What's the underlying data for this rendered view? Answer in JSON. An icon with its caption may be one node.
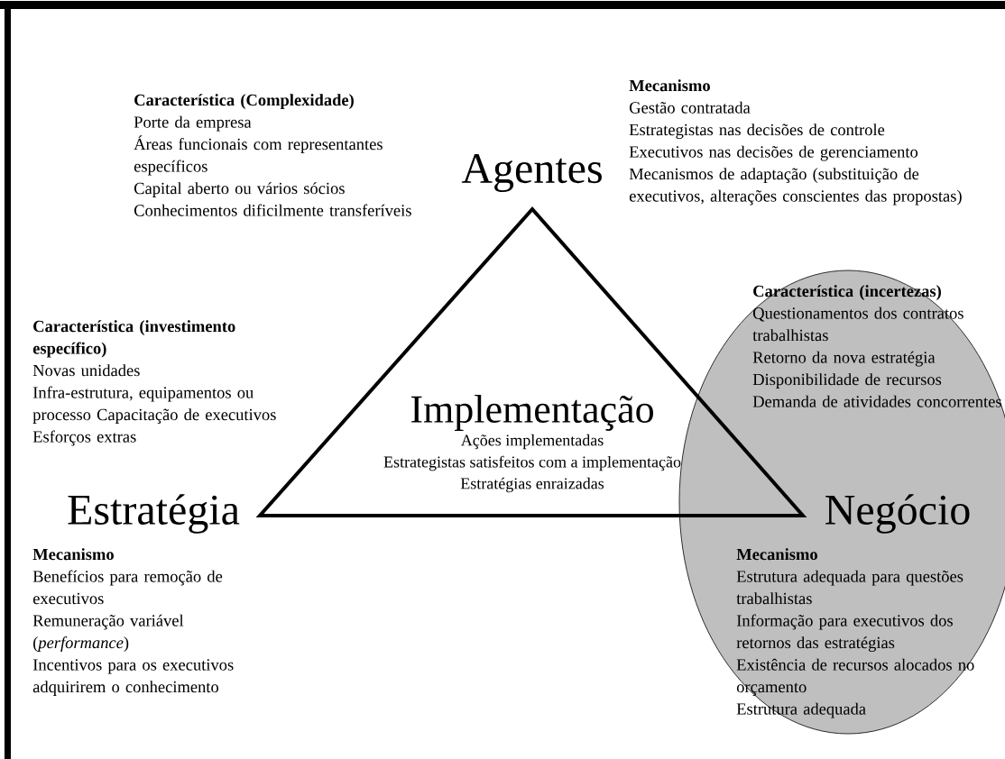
{
  "diagram": {
    "nodes": [
      {
        "text": [
          "Implementação",
          "Ações implementadas",
          "Estrategistas satisfeitos com a implementação",
          "Estratégias enraizadas"
        ]
      },
      {
        "text": [
          "Negócio"
        ]
      }
    ],
    "edges": [],
    "labels": [
      "Característica (Complexidade)",
      "Porte da empresa",
      "Áreas funcionais com representantes específicos",
      "Capital aberto ou vários sócios",
      "Conhecimentos dificilmente transferíveis",
      "Mecanismo",
      "Gestão contratada",
      "Estrategistas nas decisões de controle",
      "Executivos nas decisões de gerenciamento",
      "Mecanismos de adaptação (substituição de executivos, alterações conscientes das propostas)",
      "Agentes",
      "Característica (investimento específico)",
      "Novas unidades",
      "Infra-estrutura, equipamentos ou processo Capacitação de executivos",
      "Esforços extras",
      "Estratégia",
      "Mecanismo",
      "Benefícios para remoção de executivos",
      "Remuneração variável (*performance*)",
      "Incentivos para os executivos adquirirem o conhecimento",
      "Característica (incertezas)",
      "Questionamentos dos contratos trabalhistas",
      "Retorno da nova estratégia",
      "Disponibilidade de recursos",
      "Demanda de atividades concorrentes",
      "Mecanismo",
      "Estrutura adequada para questões trabalhistas",
      "Informação para executivos dos retornos das estratégias",
      "Existência de recursos alocados no orçamento",
      "Estrutura adequada"
    ]
  }
}
